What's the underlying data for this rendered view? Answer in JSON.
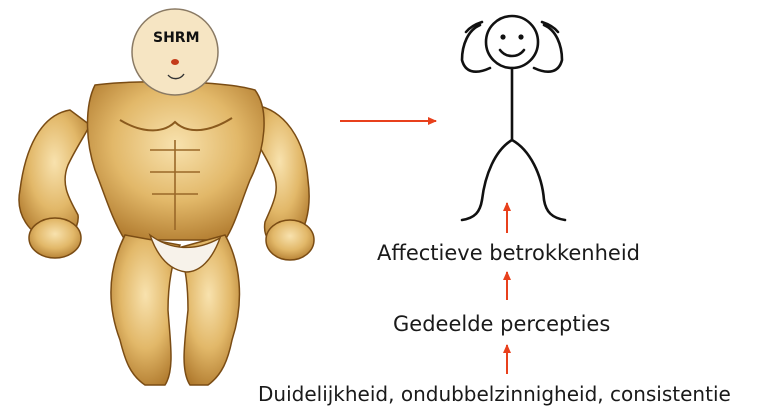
{
  "head_badge": "SHRM",
  "levels": [
    {
      "label": "Affectieve betrokkenheid"
    },
    {
      "label": "Gedeelde percepties"
    },
    {
      "label": "Duidelijkheid, ondubbelzinnigheid, consistentie"
    }
  ],
  "colors": {
    "arrow": "#e8401c",
    "muscle_light": "#f4d79a",
    "muscle_mid": "#deb05a",
    "muscle_dark": "#8a5a1e",
    "head_fill": "#f6e5c3",
    "ink": "#111111"
  },
  "icons": [
    "muscular-body-figure",
    "stick-figure-icon",
    "arrow-right-icon",
    "arrow-up-icon"
  ]
}
